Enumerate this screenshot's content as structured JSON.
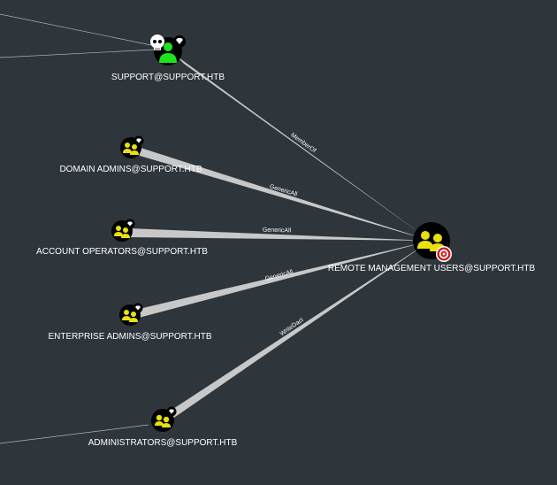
{
  "colors": {
    "background": "#2e353b",
    "edge": "#c8c8c8",
    "group_icon": "#e8e010",
    "user_icon": "#1ee41e",
    "node_fill": "#000000",
    "target_ring": "#d01818"
  },
  "nodes": {
    "support": {
      "label": "SUPPORT@SUPPORT.HTB",
      "icon": "user-icon",
      "badges": [
        "skull-icon",
        "diamond-icon"
      ]
    },
    "domain_admins": {
      "label": "DOMAIN ADMINS@SUPPORT.HTB",
      "icon": "group-icon",
      "badges": [
        "diamond-icon"
      ]
    },
    "account_operators": {
      "label": "ACCOUNT OPERATORS@SUPPORT.HTB",
      "icon": "group-icon",
      "badges": [
        "diamond-icon"
      ]
    },
    "enterprise_admins": {
      "label": "ENTERPRISE ADMINS@SUPPORT.HTB",
      "icon": "group-icon",
      "badges": [
        "diamond-icon"
      ]
    },
    "administrators": {
      "label": "ADMINISTRATORS@SUPPORT.HTB",
      "icon": "group-icon",
      "badges": [
        "diamond-icon"
      ]
    },
    "remote_mgmt": {
      "label": "REMOTE MANAGEMENT USERS@SUPPORT.HTB",
      "icon": "group-icon",
      "badges": [
        "target-icon"
      ]
    }
  },
  "edges": {
    "memberof": {
      "label": "MemberOf"
    },
    "genericall_domain_admins": {
      "label": "GenericAll"
    },
    "genericall_account_operators": {
      "label": "GenericAll"
    },
    "genericall_enterprise_admins": {
      "label": "GenericAll"
    },
    "writedacl_administrators": {
      "label": "WriteDacl"
    }
  }
}
